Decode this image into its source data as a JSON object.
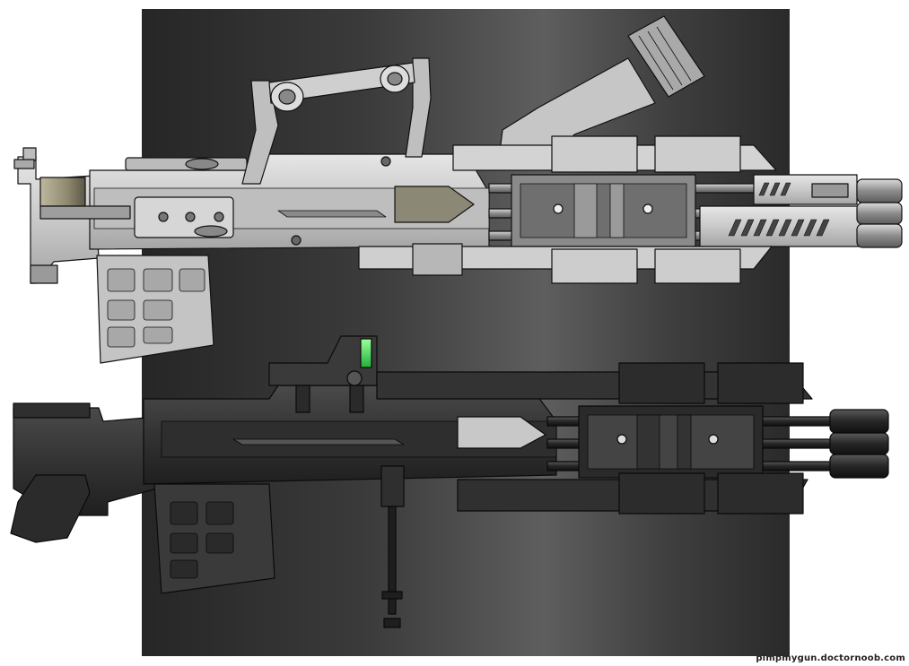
{
  "watermark": "pimpmygun.doctornoob.com",
  "colors": {
    "background": "#ffffff",
    "backdrop_dark": "#262626",
    "backdrop_light": "#5e5e5e",
    "light_gun_body": "#cfcfcf",
    "light_gun_shadow": "#9a9a9a",
    "dark_gun_body": "#3a3a3a",
    "dark_gun_shadow": "#1e1e1e",
    "sight_glow": "#39e05a",
    "outline": "#111111"
  },
  "objects": [
    {
      "name": "light-gray-rifle",
      "description_icon": "rifle-icon"
    },
    {
      "name": "dark-gray-rifle",
      "description_icon": "rifle-icon"
    }
  ]
}
